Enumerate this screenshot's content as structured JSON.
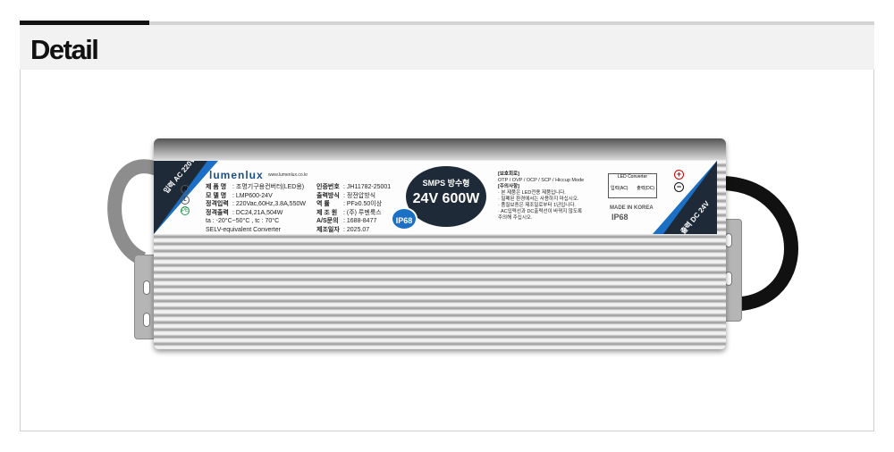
{
  "header": {
    "title": "Detail"
  },
  "product": {
    "input_tag": "입력 AC 220V",
    "output_tag": "출력 DC 24V",
    "brand": "lumenlux",
    "url": "www.lumenlux.co.kr",
    "specs_left": [
      {
        "k": "제 품 명",
        "v": ": 조명기구용컨버터(LED용)"
      },
      {
        "k": "모 델 명",
        "v": ": LMP600-24V"
      },
      {
        "k": "정격입력",
        "v": ": 220Vac,60Hz,3.8A,550W"
      },
      {
        "k": "정격출력",
        "v": ": DC24,21A,504W"
      }
    ],
    "temp": "ta : -20°C~50°C , tc : 70°C",
    "selv": "SELV-equivalent Converter",
    "specs_mid": [
      {
        "k": "인증번호",
        "v": ": JH11782-25001"
      },
      {
        "k": "출력방식",
        "v": ": 정전압방식"
      },
      {
        "k": "역 률",
        "v": ": PF≥0.50이상"
      },
      {
        "k": "제 조 원",
        "v": ": (주) 루멘룩스"
      },
      {
        "k": "A/S문의",
        "v": ": 1688-8477"
      },
      {
        "k": "제조일자",
        "v": ": 2025.07"
      }
    ],
    "badge_top": "SMPS 방수형",
    "badge_main": "24V 600W",
    "ip_badge": "IP68",
    "protection_title": "[보호회로]",
    "protection": "OTP / OVP / OCP / SCP / Hiccup Mode",
    "caution_title": "[주의사항]",
    "cautions": [
      "· 본 제품은 LED전용 제품입니다.",
      "· 밀폐된 환경에서는 사용하지 마십시오.",
      "· 품질보증은 제조일로부터 1년입니다.",
      "· AC입력선과 DC출력선이 바뀌지 않도록",
      "  주의해 주십시오."
    ],
    "diagram_label": "LED Converter",
    "diagram_in": "입력(AC)",
    "diagram_out": "출력(DC)",
    "made_in": "MADE IN KOREA",
    "ip_rating": "IP68",
    "plus": "+",
    "minus": "−",
    "cert_icons": [
      "N",
      "L",
      "PE"
    ]
  }
}
